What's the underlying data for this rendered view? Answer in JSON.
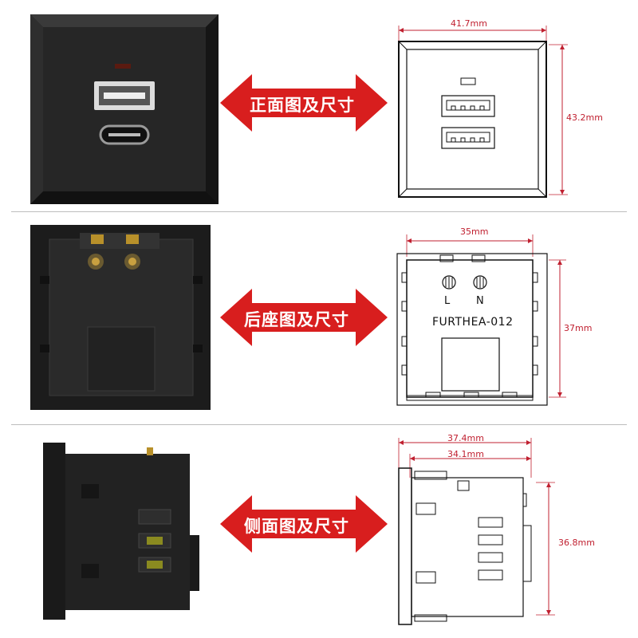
{
  "views": [
    {
      "label": "正面图及尺寸",
      "dims": {
        "width": "41.7mm",
        "height": "43.2mm"
      }
    },
    {
      "label": "后座图及尺寸",
      "dims": {
        "width": "35mm",
        "height": "37mm"
      },
      "model": "FURTHEA-012",
      "terminals": [
        "L",
        "N"
      ]
    },
    {
      "label": "侧面图及尺寸",
      "dims": {
        "outer": "37.4mm",
        "inner": "34.1mm",
        "height": "36.8mm"
      }
    }
  ],
  "colors": {
    "arrow": "#d81e1e",
    "dimension": "#c02030",
    "device": "#2b2b2b"
  }
}
